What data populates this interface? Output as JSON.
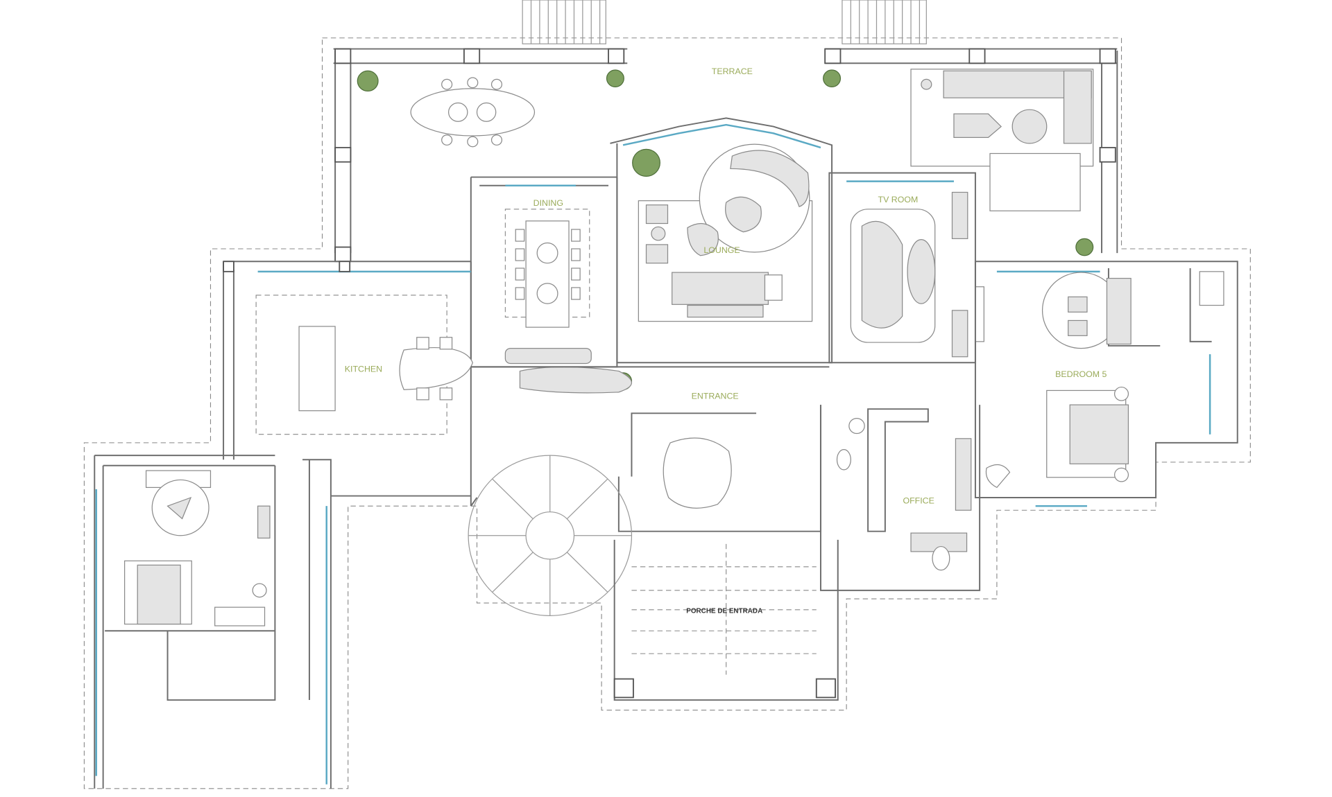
{
  "plan": {
    "rooms": {
      "terrace": "TERRACE",
      "dining": "DINING",
      "lounge": "LOUNGE",
      "tv_room": "TV ROOM",
      "kitchen": "KITCHEN",
      "entrance": "ENTRANCE",
      "bedroom5": "BEDROOM 5",
      "office": "OFFICE",
      "porch": "PORCHE DE ENTRADA"
    },
    "colors": {
      "label": "#9aab5a",
      "glazing": "#5aa9c4",
      "walls": "#6e6e6e"
    }
  }
}
